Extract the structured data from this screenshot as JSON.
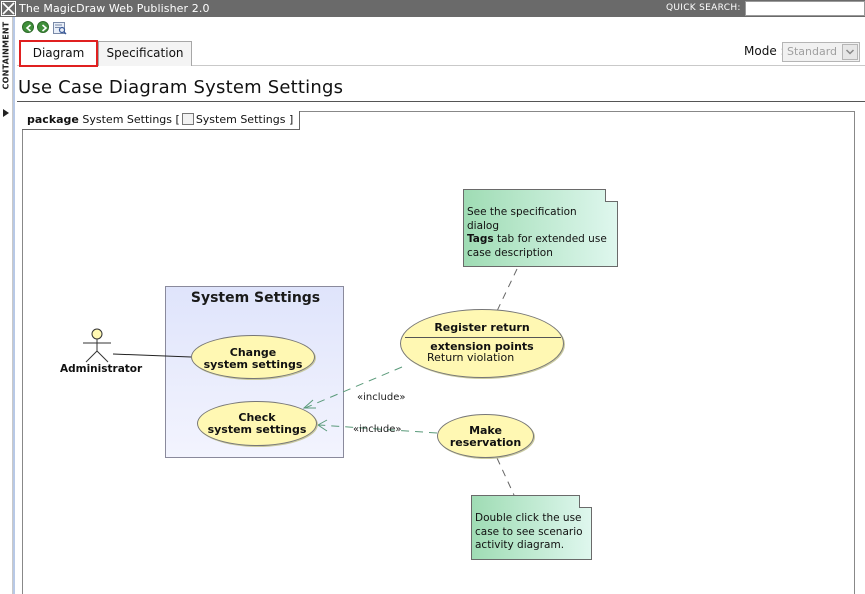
{
  "titlebar": {
    "app_title": "The MagicDraw Web Publisher 2.0",
    "quick_search_label": "QUICK SEARCH:",
    "quick_search_value": ""
  },
  "sidebar": {
    "containment_label": "CONTAINMENT"
  },
  "tabs": [
    {
      "label": "Diagram",
      "active": true
    },
    {
      "label": "Specification",
      "active": false
    }
  ],
  "mode": {
    "label": "Mode :",
    "value": "Standard"
  },
  "page": {
    "title": "Use Case Diagram System Settings"
  },
  "frame_tag": {
    "keyword": "package",
    "name": "System Settings [",
    "diagram_name": "System Settings ]"
  },
  "diagram": {
    "system_boundary": "System Settings",
    "actor": "Administrator",
    "use_cases": {
      "change_line1": "Change",
      "change_line2": "system settings",
      "check_line1": "Check",
      "check_line2": "system settings",
      "reserve_line1": "Make",
      "reserve_line2": "reservation",
      "register_title": "Register return",
      "register_ext_heading": "extension points",
      "register_ext_point": "Return violation"
    },
    "stereotypes": {
      "include_1": "«include»",
      "include_2": "«include»"
    },
    "notes": {
      "spec_line1": "See the specification dialog",
      "spec_bold": "Tags",
      "spec_line2_rest": " tab for extended use",
      "spec_line3": "case description",
      "dbl_line1": "Double click the use",
      "dbl_line2": "case to see scenario",
      "dbl_line3": "activity diagram."
    },
    "colors": {
      "use_case_fill": "#fff8b3",
      "boundary_fill": "#dfe4fb",
      "note_fill": "#9fdcb4",
      "include_line": "#5a9a7a"
    }
  }
}
